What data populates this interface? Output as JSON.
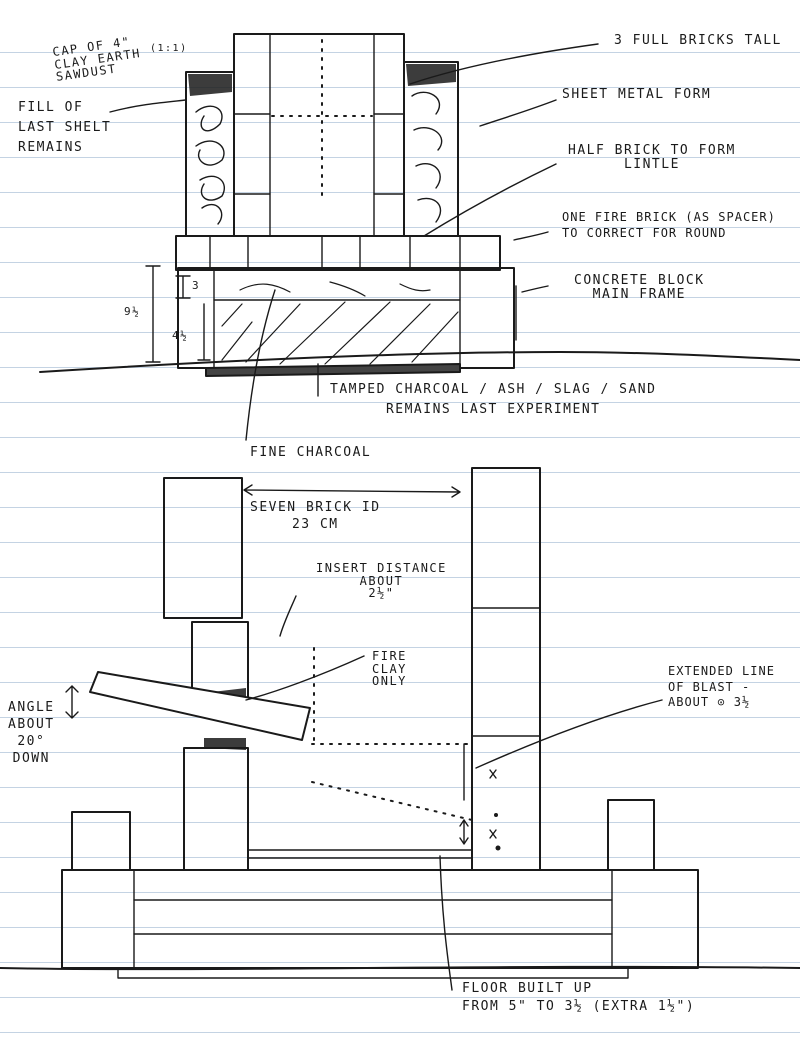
{
  "top_drawing": {
    "labels": {
      "cap": "CAP OF 4\"\nCLAY EARTH\nSAWDUST",
      "cap_mark": "(1:1)",
      "fill": "FILL OF\nLAST SHELT\nREMAINS",
      "bricks_tall": "3 FULL BRICKS TALL",
      "sheet_metal": "SHEET METAL FORM",
      "half_brick": "HALF BRICK TO FORM\nLINTLE",
      "fire_brick": "ONE FIRE BRICK (AS SPACER)\nTO CORRECT FOR ROUND",
      "concrete": "CONCRETE BLOCK\nMAIN FRAME",
      "dim_total": "9½",
      "dim_upper": "3",
      "dim_lower": "4½",
      "tamped": "TAMPED CHARCOAL / ASH / SLAG / SAND\nREMAINS LAST EXPERIMENT",
      "fine_charcoal": "FINE CHARCOAL"
    }
  },
  "bottom_drawing": {
    "labels": {
      "seven_brick": "SEVEN BRICK ID\n23 cm",
      "insert": "INSERT DISTANCE\nABOUT\n2½\"",
      "fire_clay": "FIRE\nCLAY\nONLY",
      "angle": "ANGLE\nABOUT\n20°\nDOWN",
      "extended": "EXTENDED LINE\nOF BLAST -\nABOUT ⊙ 3½",
      "floor": "FLOOR BUILT UP\nFROM 5\" TO 3½ (EXTRA 1½\")"
    }
  }
}
